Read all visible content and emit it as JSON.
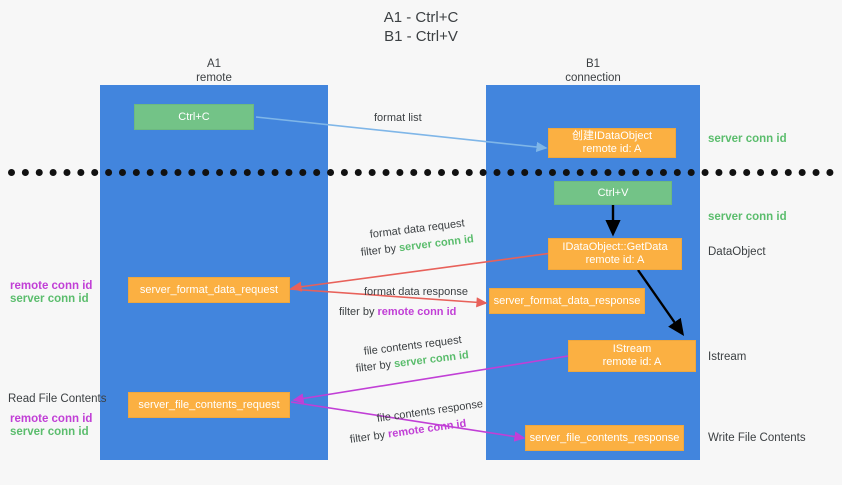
{
  "title": {
    "line1": "A1 - Ctrl+C",
    "line2": "B1 - Ctrl+V"
  },
  "lanes": [
    {
      "name": "A1",
      "sub": "remote",
      "color": "#4285dd"
    },
    {
      "name": "B1",
      "sub": "connection",
      "color": "#4285dd"
    }
  ],
  "nodes": {
    "ctrl_c": {
      "label": "Ctrl+C",
      "color": "#73c387"
    },
    "ctrl_v": {
      "label": "Ctrl+V",
      "color": "#73c387"
    },
    "create_dataobject": {
      "line1": "创建IDataObject",
      "line2": "remote id: A",
      "color": "#fbb042"
    },
    "getdata": {
      "line1": "IDataObject::GetData",
      "line2": "remote id: A",
      "color": "#fbb042"
    },
    "istream": {
      "line1": "IStream",
      "line2": "remote id: A",
      "color": "#fbb042"
    },
    "server_format_data_request": {
      "label": "server_format_data_request",
      "color": "#fbb042"
    },
    "server_format_data_response": {
      "label": "server_format_data_response",
      "color": "#fbb042"
    },
    "server_file_contents_request": {
      "label": "server_file_contents_request",
      "color": "#fbb042"
    },
    "server_file_contents_response": {
      "label": "server_file_contents_response",
      "color": "#fbb042"
    }
  },
  "right_labels": {
    "server_conn_id_1": "server conn id",
    "server_conn_id_2": "server conn id",
    "dataobject": "DataObject",
    "istream": "Istream",
    "write_file_contents": "Write File Contents"
  },
  "left_labels": {
    "remote_conn_id_1": "remote conn id",
    "server_conn_id_1": "server conn id",
    "read_file_contents": "Read File Contents",
    "remote_conn_id_2": "remote conn id",
    "server_conn_id_2": "server conn id"
  },
  "edges": {
    "format_list": "format list",
    "format_data_request": "format data request",
    "filter_by_1_prefix": "filter by ",
    "filter_by_1_value": "server conn id",
    "format_data_response": "format data response",
    "filter_by_2_prefix": "filter by ",
    "filter_by_2_value": "remote conn id",
    "file_contents_request": "file contents request",
    "filter_by_3_prefix": "filter by ",
    "filter_by_3_value": "server conn id",
    "file_contents_response": "file contents response",
    "filter_by_4_prefix": "filter by ",
    "filter_by_4_value": "remote conn id"
  },
  "colors": {
    "lane": "#4285dd",
    "green_node": "#73c387",
    "orange_node": "#fbb042",
    "light_blue_arrow": "#7fb6e8",
    "red_arrow": "#e8615a",
    "magenta_arrow": "#c13fd6",
    "black_arrow": "#000000",
    "green_text": "#5bbd6d",
    "purple_text": "#c13fd6"
  }
}
